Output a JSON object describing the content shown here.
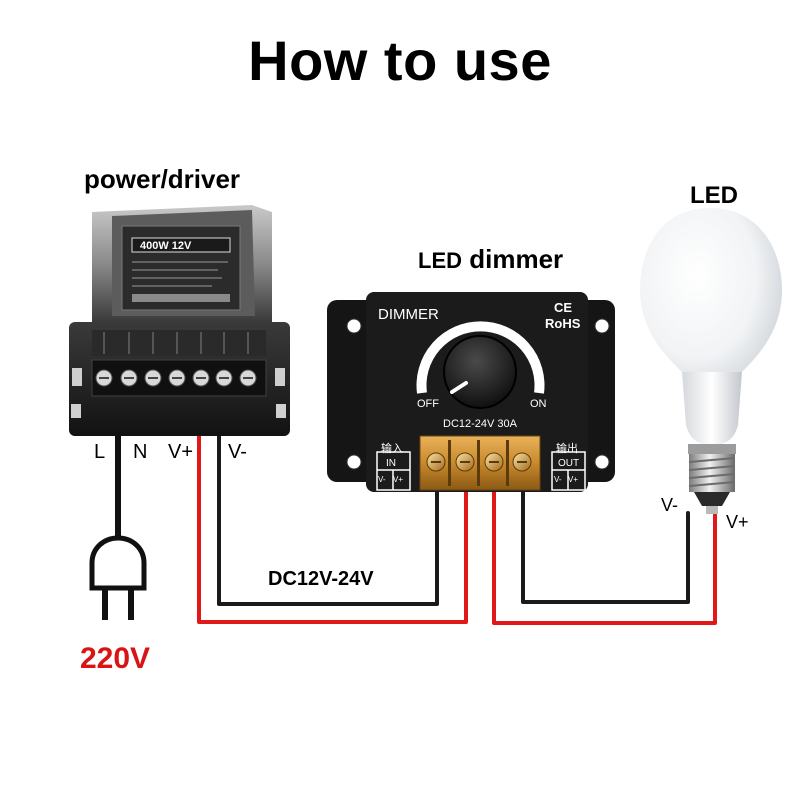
{
  "title": "How to use",
  "labels": {
    "power_driver": "power/driver",
    "led_dimmer_prefix": "LED",
    "led_dimmer_word": "dimmer",
    "led": "LED",
    "terminal_L": "L",
    "terminal_N": "N",
    "power_v_plus": "V+",
    "power_v_minus": "V-",
    "dc_range": "DC12V-24V",
    "mains_voltage": "220V",
    "led_v_minus": "V-",
    "led_v_plus": "V+"
  },
  "dimmer_device": {
    "name": "DIMMER",
    "ce": "CE",
    "rohs": "RoHS",
    "off": "OFF",
    "on": "ON",
    "spec": "DC12-24V  30A",
    "input_cn": "输入",
    "output_cn": "输出",
    "input": "IN",
    "output": "OUT",
    "input_v_minus": "V-",
    "input_v_plus": "V+",
    "output_v_minus": "V-",
    "output_v_plus": "V+"
  },
  "power_device": {
    "rating": "400W 12V"
  },
  "colors": {
    "positive_wire": "#e01818",
    "negative_wire": "#1a1a1a",
    "mains_text": "#d81414",
    "device_body": "#1c1c1c"
  }
}
